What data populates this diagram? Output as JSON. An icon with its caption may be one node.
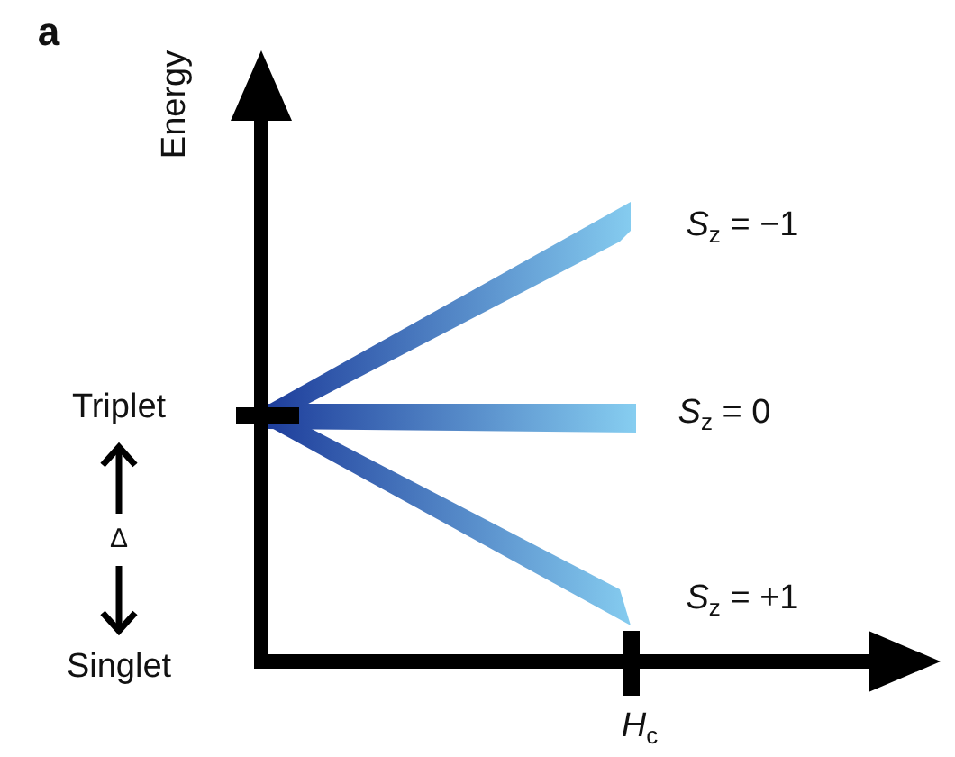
{
  "diagram": {
    "labels": [
      "a",
      "Energy",
      "Triplet",
      "Δ",
      "Singlet",
      "*S*$_{z}$ = −1",
      "*S*$_{z}$ = 0",
      "*S*$_{z}$ = +1",
      "*H*$_{c}$"
    ]
  }
}
